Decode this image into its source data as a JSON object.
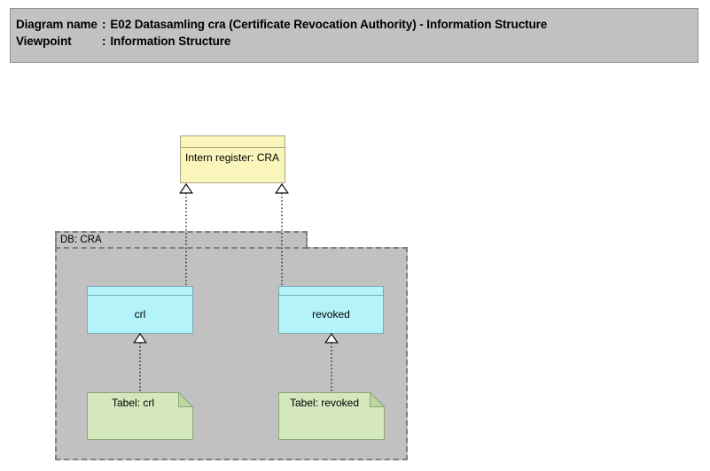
{
  "header": {
    "lines": [
      {
        "label": "Diagram name",
        "sep": ":",
        "value": "E02 Datasamling cra (Certificate Revocation Authority) - Information Structure"
      },
      {
        "label": "Viewpoint",
        "sep": ":",
        "value": "Information Structure"
      }
    ]
  },
  "diagram": {
    "group": {
      "label": "DB: CRA"
    },
    "nodes": {
      "intern_register": {
        "label": "Intern register: CRA",
        "shape": "object-rectangle"
      },
      "crl": {
        "label": "crl",
        "shape": "object-rectangle"
      },
      "revoked": {
        "label": "revoked",
        "shape": "object-rectangle"
      },
      "tabel_crl": {
        "label": "Tabel: crl",
        "shape": "note-folded-corner"
      },
      "tabel_revoked": {
        "label": "Tabel: revoked",
        "shape": "note-folded-corner"
      }
    },
    "relationships": [
      {
        "type": "realization",
        "from": "crl",
        "to": "Intern register: CRA",
        "line": "dotted",
        "arrowhead": "hollow-triangle"
      },
      {
        "type": "realization",
        "from": "revoked",
        "to": "Intern register: CRA",
        "line": "dotted",
        "arrowhead": "hollow-triangle"
      },
      {
        "type": "realization",
        "from": "Tabel: crl",
        "to": "crl",
        "line": "dotted",
        "arrowhead": "hollow-triangle"
      },
      {
        "type": "realization",
        "from": "Tabel: revoked",
        "to": "revoked",
        "line": "dotted",
        "arrowhead": "hollow-triangle"
      }
    ]
  },
  "colors": {
    "header_fill": "#c2c2c2",
    "header_border": "#8f8f8f",
    "group_fill": "#c1c1c1",
    "group_border": "#7f7f7f",
    "register_fill": "#faf6bb",
    "register_border": "#a9a682",
    "table_fill": "#b3f3f9",
    "table_border": "#79abb4",
    "note_fill": "#d4e7bd",
    "note_border": "#8aa878",
    "note_fold": "#bdd6a2",
    "arrow": "#111111",
    "arrowhead_fill": "#ffffff"
  }
}
